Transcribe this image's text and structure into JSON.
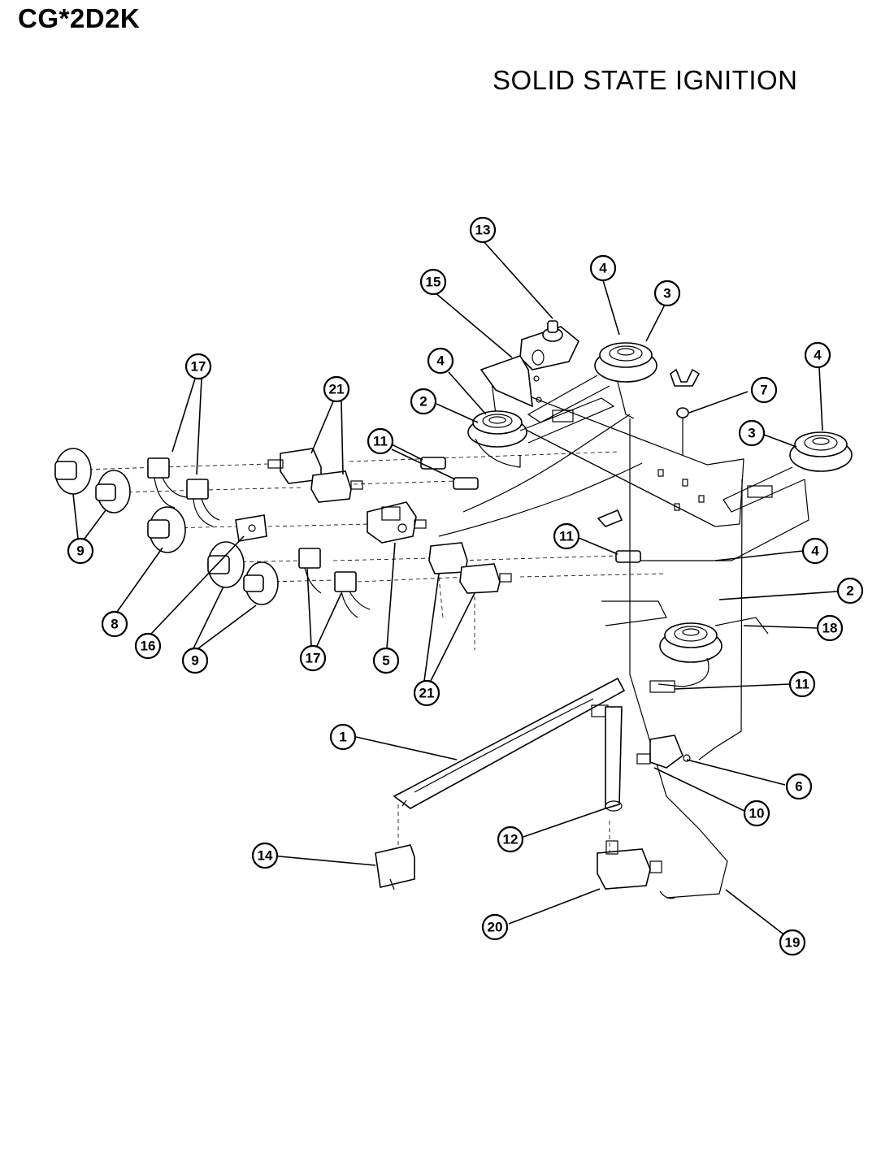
{
  "header": {
    "model": "CG*2D2K",
    "subtitle": "SOLID STATE IGNITION"
  },
  "callouts": {
    "c13": "13",
    "c15": "15",
    "c4a": "4",
    "c3a": "3",
    "c4b": "4",
    "c7": "7",
    "c4c": "4",
    "c3b": "3",
    "c17a": "17",
    "c21a": "21",
    "c2a": "2",
    "c11a": "11",
    "c9a": "9",
    "c11b": "11",
    "c4d": "4",
    "c2b": "2",
    "c18": "18",
    "c8": "8",
    "c16": "16",
    "c9b": "9",
    "c17b": "17",
    "c5": "5",
    "c21b": "21",
    "c11c": "11",
    "c1": "1",
    "c6": "6",
    "c10": "10",
    "c12": "12",
    "c14": "14",
    "c20": "20",
    "c19": "19"
  }
}
